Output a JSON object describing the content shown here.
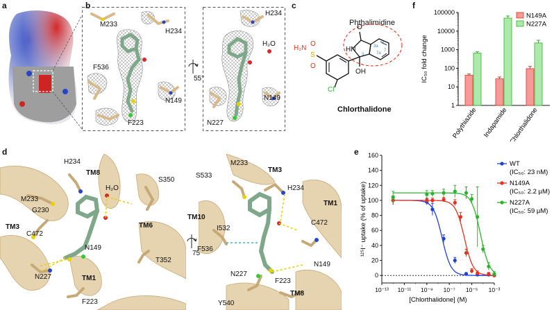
{
  "panels": {
    "a": {
      "label": "a"
    },
    "b": {
      "label": "b",
      "rotation": "55°",
      "left_labels": [
        "M233",
        "H234",
        "F536",
        "N149",
        "F223"
      ],
      "right_labels": [
        "H234",
        "H₂O",
        "N149",
        "N227"
      ]
    },
    "c": {
      "label": "c",
      "group_label": "Phthalimidine",
      "compound": "Chlorthalidone",
      "atoms": {
        "sulfonamide": "H₂N",
        "s": "S",
        "o": "O",
        "cl": "Cl",
        "nh": "HN",
        "oh": "OH",
        "o_top": "O"
      }
    },
    "d": {
      "label": "d",
      "rotation": "75°",
      "left_labels": [
        "H234",
        "M233",
        "TM8",
        "G230",
        "S350",
        "H₂O",
        "TM3",
        "C472",
        "TM6",
        "N149",
        "T352",
        "N227",
        "TM1",
        "F223"
      ],
      "right_labels": [
        "M233",
        "S533",
        "TM3",
        "H234",
        "TM1",
        "TM10",
        "I532",
        "C472",
        "F536",
        "N149",
        "N227",
        "F223",
        "Y540",
        "TM8"
      ]
    },
    "e": {
      "label": "e",
      "ylabel": "¹²⁵I⁻ uptake (% of uptake)",
      "xlabel": "[Chlorthalidone] (M)",
      "legend": [
        {
          "name": "WT",
          "ic50": "(IC₅₀: 23 nM)",
          "color": "#1f3fd8"
        },
        {
          "name": "N149A",
          "ic50": "(IC₅₀: 2.2 µM)",
          "color": "#e8321e"
        },
        {
          "name": "N227A",
          "ic50": "(IC₅₀: 59 µM)",
          "color": "#2bb52b"
        }
      ]
    },
    "f": {
      "label": "f",
      "ylabel": "IC₅₀ fold change",
      "legend": [
        {
          "name": "N149A",
          "color": "#f59a9a",
          "edge": "#e8321e"
        },
        {
          "name": "N227A",
          "color": "#aee8aa",
          "edge": "#2bb52b"
        }
      ]
    }
  },
  "chart_data": [
    {
      "id": "e",
      "type": "scatter",
      "xlabel": "[Chlorthalidone] (M)",
      "ylabel": "¹²⁵I⁻ uptake (% of uptake)",
      "x_scale": "log",
      "xlim": [
        1e-13,
        0.001
      ],
      "ylim": [
        -10,
        160
      ],
      "xticks": [
        -13,
        -11,
        -9,
        -7,
        -5,
        -3
      ],
      "xtick_labels": [
        "10⁻¹³",
        "10⁻¹¹",
        "10⁻⁹",
        "10⁻⁷",
        "10⁻⁵",
        "10⁻³"
      ],
      "yticks": [
        0,
        20,
        40,
        60,
        80,
        100,
        120,
        140,
        160
      ],
      "series": [
        {
          "name": "WT",
          "color": "#1f3fd8",
          "ic50_log": -7.64,
          "points": [
            [
              -12,
              100,
              6
            ],
            [
              -9,
              98,
              4
            ],
            [
              -8.5,
              88,
              8
            ],
            [
              -7.5,
              49,
              5
            ],
            [
              -6.5,
              20,
              4
            ],
            [
              -5.5,
              2,
              2
            ],
            [
              -4.5,
              1,
              2
            ],
            [
              -3.5,
              1,
              2
            ],
            [
              -3,
              0,
              2
            ]
          ]
        },
        {
          "name": "N149A",
          "color": "#e8321e",
          "ic50_log": -5.66,
          "points": [
            [
              -12,
              100,
              5
            ],
            [
              -9,
              100,
              3
            ],
            [
              -8.5,
              100,
              3
            ],
            [
              -7.5,
              101,
              3
            ],
            [
              -6.5,
              97,
              4
            ],
            [
              -6,
              78,
              6
            ],
            [
              -5.5,
              30,
              5
            ],
            [
              -5,
              6,
              3
            ],
            [
              -4.5,
              3,
              3
            ],
            [
              -3.5,
              2,
              2
            ],
            [
              -3,
              0,
              2
            ]
          ]
        },
        {
          "name": "N227A",
          "color": "#2bb52b",
          "ic50_log": -4.23,
          "points": [
            [
              -12,
              104,
              8
            ],
            [
              -9,
              108,
              5
            ],
            [
              -8.5,
              109,
              4
            ],
            [
              -7.5,
              110,
              5
            ],
            [
              -6.5,
              112,
              8
            ],
            [
              -5.5,
              110,
              8
            ],
            [
              -5,
              102,
              6
            ],
            [
              -4.5,
              78,
              40
            ],
            [
              -4,
              35,
              5
            ],
            [
              -3.5,
              12,
              5
            ],
            [
              -3,
              2,
              3
            ]
          ]
        }
      ]
    },
    {
      "id": "f",
      "type": "bar",
      "ylabel": "IC₅₀ fold change",
      "y_scale": "log",
      "ylim": [
        1,
        100000
      ],
      "yticks": [
        1,
        10,
        100,
        1000,
        10000,
        100000
      ],
      "ytick_labels": [
        "1",
        "10",
        "100",
        "1000",
        "10000",
        "100000"
      ],
      "categories": [
        "Polythiazide",
        "Indapamide",
        "Chlorthalidone"
      ],
      "series": [
        {
          "name": "N149A",
          "values": [
            42,
            27,
            95
          ],
          "errors": [
            7,
            7,
            30
          ]
        },
        {
          "name": "N227A",
          "values": [
            650,
            50000,
            2300
          ],
          "errors": [
            120,
            15000,
            900
          ]
        }
      ]
    }
  ]
}
